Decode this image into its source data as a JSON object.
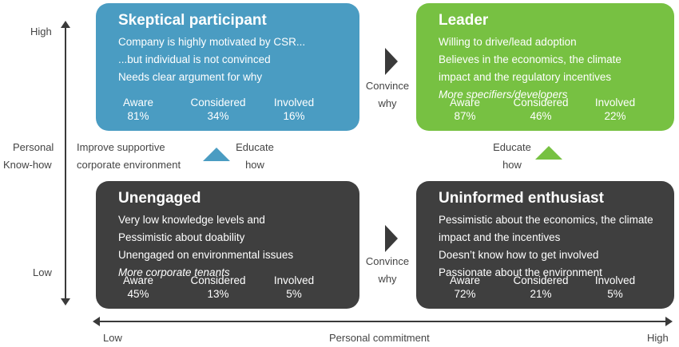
{
  "axes": {
    "y_title_line1": "Personal",
    "y_title_line2": "Know-how",
    "y_high": "High",
    "y_low": "Low",
    "x_title": "Personal commitment",
    "x_low": "Low",
    "x_high": "High"
  },
  "colors": {
    "skeptical": "#4a9cc2",
    "leader": "#77c142",
    "dark": "#3f3f3f",
    "axis": "#3a3a3a"
  },
  "quadrants": {
    "skeptical": {
      "title": "Skeptical participant",
      "lines": [
        "Company is highly motivated by CSR...",
        "...but individual is not convinced",
        "Needs clear argument for why"
      ],
      "stats": [
        {
          "label": "Aware",
          "value": "81%"
        },
        {
          "label": "Considered",
          "value": "34%"
        },
        {
          "label": "Involved",
          "value": "16%"
        }
      ]
    },
    "leader": {
      "title": "Leader",
      "lines": [
        "Willing to drive/lead adoption",
        "Believes in the economics, the climate",
        "impact and the regulatory incentives"
      ],
      "italic_line": "More specifiers/developers",
      "stats": [
        {
          "label": "Aware",
          "value": "87%"
        },
        {
          "label": "Considered",
          "value": "46%"
        },
        {
          "label": "Involved",
          "value": "22%"
        }
      ]
    },
    "unengaged": {
      "title": "Unengaged",
      "lines": [
        "Very low knowledge levels and",
        "Pessimistic about doability",
        "Unengaged on environmental issues"
      ],
      "italic_line": "More corporate tenants",
      "stats": [
        {
          "label": "Aware",
          "value": "45%"
        },
        {
          "label": "Considered",
          "value": "13%"
        },
        {
          "label": "Involved",
          "value": "5%"
        }
      ]
    },
    "enthusiast": {
      "title": "Uninformed enthusiast",
      "lines": [
        "Pessimistic about the economics, the climate",
        "impact and the incentives",
        "Doesn’t know how to get involved",
        "Passionate about the environment"
      ],
      "stats": [
        {
          "label": "Aware",
          "value": "72%"
        },
        {
          "label": "Considered",
          "value": "21%"
        },
        {
          "label": "Involved",
          "value": "5%"
        }
      ]
    }
  },
  "transitions": {
    "convince_top": [
      "Convince",
      "why"
    ],
    "convince_bottom": [
      "Convince",
      "why"
    ],
    "educate_left": [
      "Educate",
      "how"
    ],
    "educate_right": [
      "Educate",
      "how"
    ],
    "improve": [
      "Improve supportive",
      "corporate environment"
    ]
  }
}
